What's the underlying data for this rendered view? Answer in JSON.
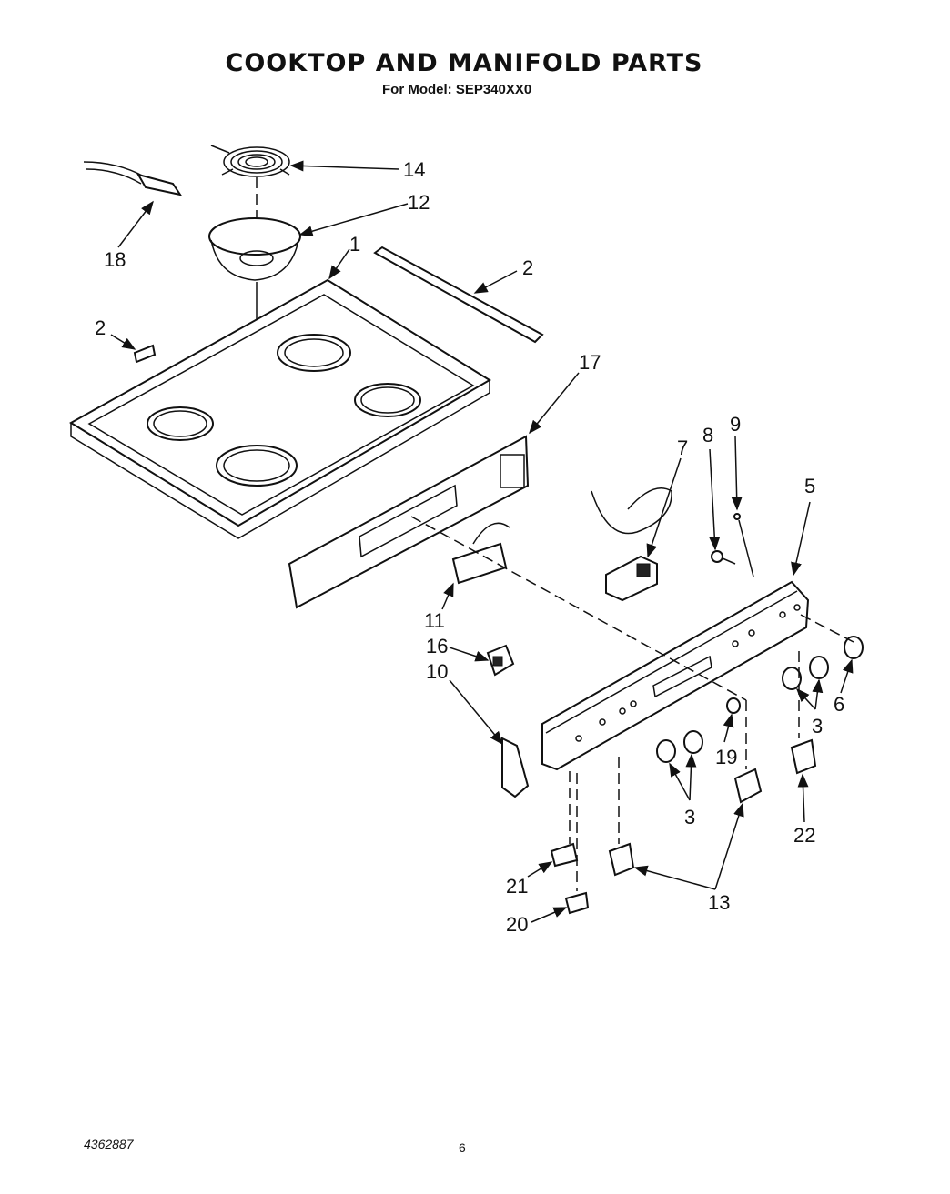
{
  "title": "COOKTOP AND MANIFOLD PARTS",
  "subtitle": "For Model: SEP340XX0",
  "document_number": "4362887",
  "page_number": "6",
  "callouts": {
    "c1": "1",
    "c2a": "2",
    "c2b": "2",
    "c3a": "3",
    "c3b": "3",
    "c5": "5",
    "c6": "6",
    "c7": "7",
    "c8": "8",
    "c9": "9",
    "c10": "10",
    "c11": "11",
    "c12": "12",
    "c13": "13",
    "c14": "14",
    "c16": "16",
    "c17": "17",
    "c18": "18",
    "c19": "19",
    "c20": "20",
    "c21": "21",
    "c22": "22"
  }
}
